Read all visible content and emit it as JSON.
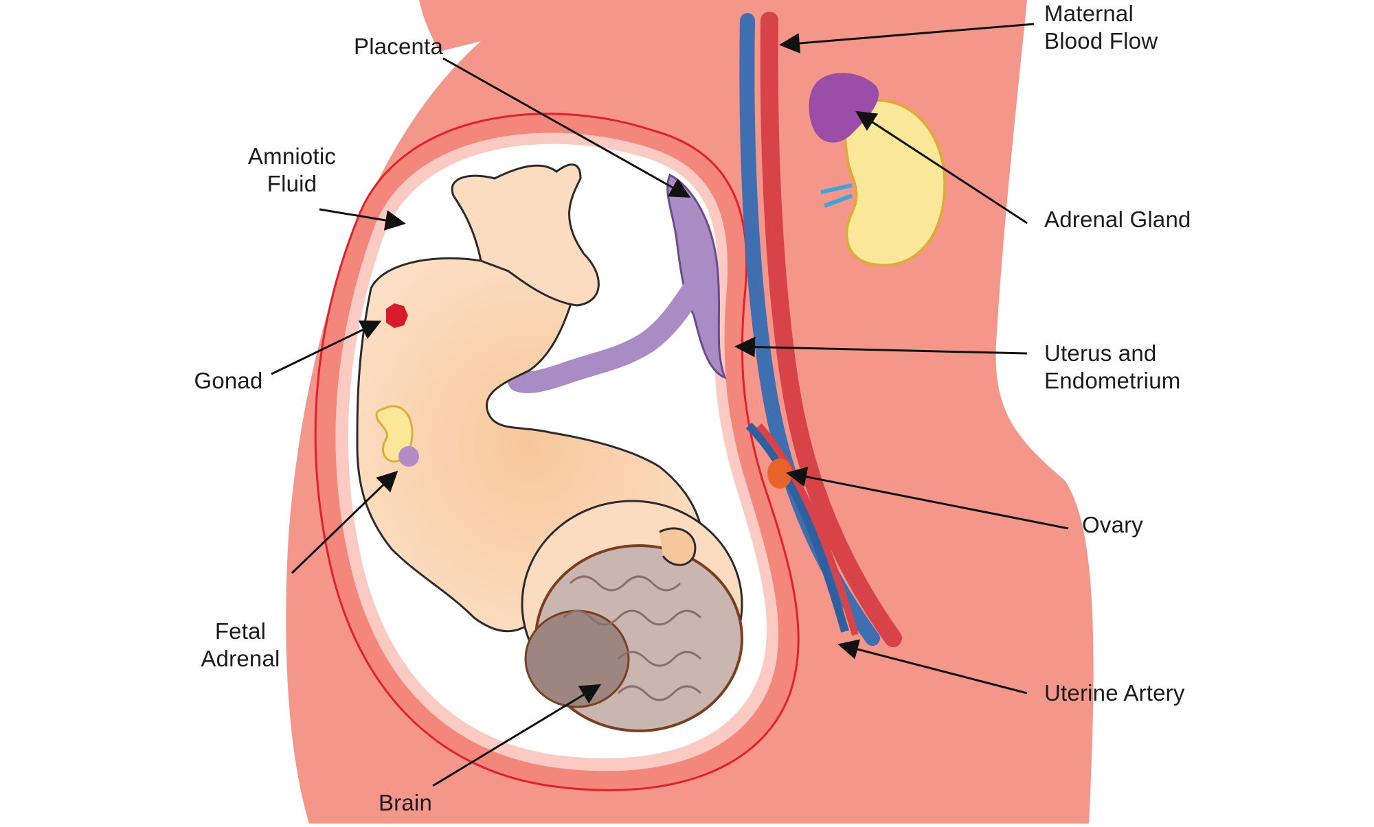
{
  "labels": {
    "placenta": [
      "Placenta"
    ],
    "amniotic_fluid": [
      "Amniotic",
      "Fluid"
    ],
    "gonad": [
      "Gonad"
    ],
    "fetal_adrenal": [
      "Fetal",
      "Adrenal"
    ],
    "brain": [
      "Brain"
    ],
    "maternal_blood_flow": [
      "Maternal",
      "Blood Flow"
    ],
    "adrenal_gland": [
      "Adrenal Gland"
    ],
    "uterus_endometrium": [
      "Uterus and",
      "Endometrium"
    ],
    "ovary": [
      "Ovary"
    ],
    "uterine_artery": [
      "Uterine Artery"
    ]
  },
  "colors": {
    "body": "#f5968a",
    "uterus_wall": "#f3877c",
    "amniotic": "#ffffff",
    "fetus_skin": "#fcdcc0",
    "placenta": "#a98cc4",
    "vein": "#3f6fb0",
    "artery": "#d8434a",
    "adrenal": "#fbe79a",
    "adrenal_cortex": "#9b4ea8",
    "brain": "#c9b6b0",
    "ovary": "#e8632a",
    "gonad": "#d61b2a"
  }
}
